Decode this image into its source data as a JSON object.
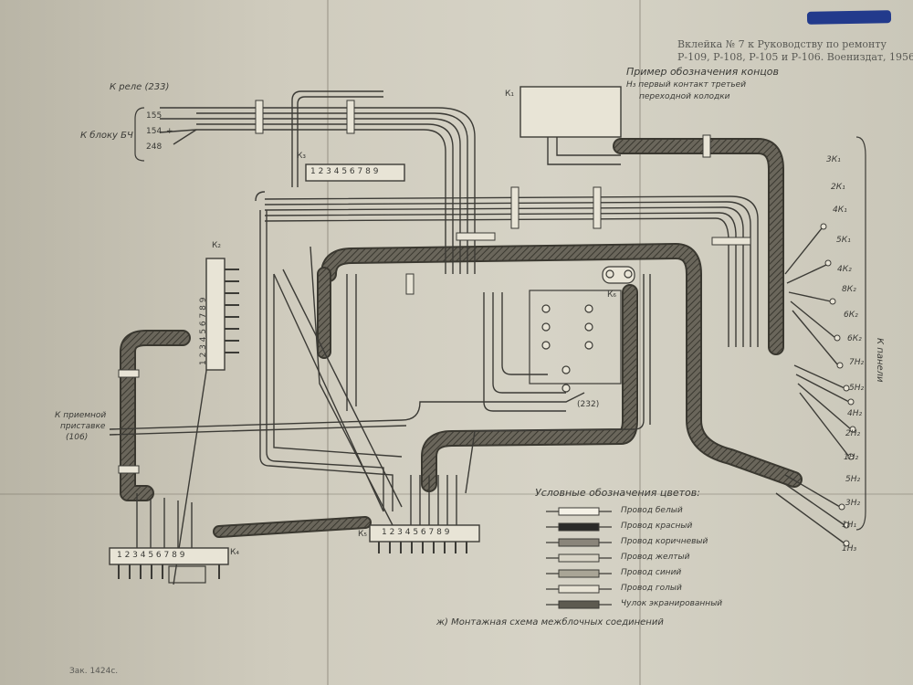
{
  "header": {
    "insert_line1": "Вклейка № 7 к Руководству по ремонту",
    "insert_line2": "Р-109, Р-108, Р-105 и Р-106. Воениздат, 1956"
  },
  "example": {
    "title": "Пример обозначения концов",
    "desc_line1": "Н₃ первый контакт третьей",
    "desc_line2": "переходной колодки"
  },
  "left_labels": {
    "to_relay": "К реле (233)",
    "to_block": "К блоку БЧ",
    "n155": "155",
    "n154": "154",
    "plus": "+",
    "n248": "248",
    "to_receiver_line1": "К приемной",
    "to_receiver_line2": "приставке",
    "to_receiver_line3": "(106)"
  },
  "blocks": {
    "k1": "К₁",
    "k2": "К₂",
    "k3": "К₃",
    "k4": "К₄",
    "k5": "К₅",
    "k6": "К₆",
    "numbers": "1 2 3 4 5 6 7 8 9",
    "ref232": "(232)"
  },
  "right_labels": {
    "to_panel": "К панели",
    "terms": [
      "3К₁",
      "2К₁",
      "4К₁",
      "5К₁",
      "4К₂",
      "8К₂",
      "6К₂",
      "6К₂",
      "7Н₂",
      "5Н₂",
      "4Н₂",
      "2Н₂",
      "1Н₂",
      "5Н₂",
      "3Н₂",
      "1Н₁",
      "1Н₃"
    ]
  },
  "legend": {
    "title": "Условные обозначения цветов:",
    "items": [
      {
        "label": "Провод белый",
        "fill": "#f4f1e6"
      },
      {
        "label": "Провод красный",
        "fill": "#2a2a28"
      },
      {
        "label": "Провод коричневый",
        "fill": "#8a857a"
      },
      {
        "label": "Провод желтый",
        "fill": "#d8d4c6"
      },
      {
        "label": "Провод синий",
        "fill": "#a9a596"
      },
      {
        "label": "Провод голый",
        "fill": "#e6e2d4"
      },
      {
        "label": "Чулок экранированный",
        "fill": "#5d5a50"
      }
    ]
  },
  "caption": "ж) Монтажная схема межблочных соединений",
  "order": "Зак. 1424с."
}
